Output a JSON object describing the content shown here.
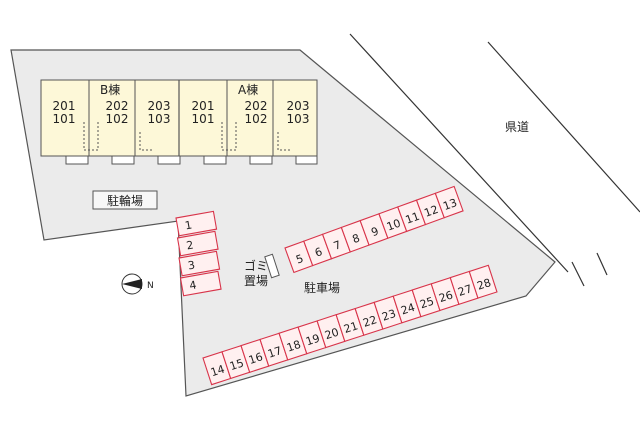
{
  "buildings": [
    {
      "name": "B棟",
      "units": [
        {
          "upper": "201",
          "lower": "101"
        },
        {
          "upper": "202",
          "lower": "102"
        },
        {
          "upper": "203",
          "lower": "103"
        }
      ]
    },
    {
      "name": "A棟",
      "units": [
        {
          "upper": "201",
          "lower": "101"
        },
        {
          "upper": "202",
          "lower": "102"
        },
        {
          "upper": "203",
          "lower": "103"
        }
      ]
    }
  ],
  "labels": {
    "bicycle_parking": "駐輪場",
    "parking_lot": "駐車場",
    "garbage_area_line1": "ゴミ",
    "garbage_area_line2": "置場",
    "prefectural_road": "県道",
    "north_mark": "N"
  },
  "parking": {
    "vertical_column": [
      "1",
      "2",
      "3",
      "4"
    ],
    "upper_row": [
      "5",
      "6",
      "7",
      "8",
      "9",
      "10",
      "11",
      "12",
      "13"
    ],
    "lower_row": [
      "14",
      "15",
      "16",
      "17",
      "18",
      "19",
      "20",
      "21",
      "22",
      "23",
      "24",
      "25",
      "26",
      "27",
      "28"
    ]
  },
  "colors": {
    "stall_outline": "#d8344a",
    "building_fill": "#fdf8d8",
    "lot_fill": "#ebebeb"
  }
}
